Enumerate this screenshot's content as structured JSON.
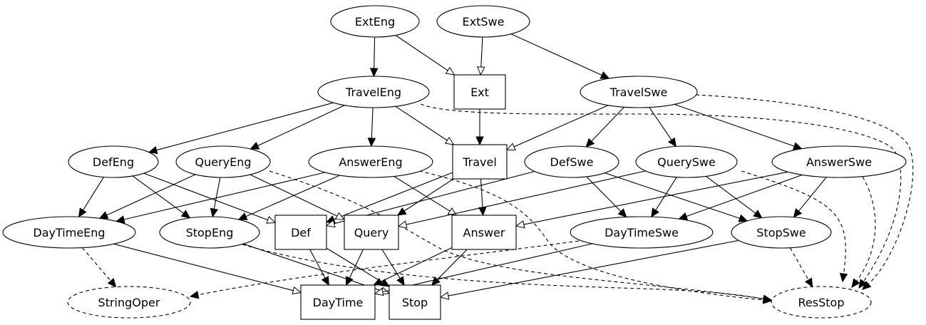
{
  "diagram": {
    "nodes": [
      {
        "id": "ExtEng",
        "label": "ExtEng",
        "shape": "ellipse"
      },
      {
        "id": "ExtSwe",
        "label": "ExtSwe",
        "shape": "ellipse"
      },
      {
        "id": "TravelEng",
        "label": "TravelEng",
        "shape": "ellipse"
      },
      {
        "id": "Ext",
        "label": "Ext",
        "shape": "box"
      },
      {
        "id": "TravelSwe",
        "label": "TravelSwe",
        "shape": "ellipse"
      },
      {
        "id": "DefEng",
        "label": "DefEng",
        "shape": "ellipse"
      },
      {
        "id": "QueryEng",
        "label": "QueryEng",
        "shape": "ellipse"
      },
      {
        "id": "AnswerEng",
        "label": "AnswerEng",
        "shape": "ellipse"
      },
      {
        "id": "Travel",
        "label": "Travel",
        "shape": "box"
      },
      {
        "id": "DefSwe",
        "label": "DefSwe",
        "shape": "ellipse"
      },
      {
        "id": "QuerySwe",
        "label": "QuerySwe",
        "shape": "ellipse"
      },
      {
        "id": "AnswerSwe",
        "label": "AnswerSwe",
        "shape": "ellipse"
      },
      {
        "id": "DayTimeEng",
        "label": "DayTimeEng",
        "shape": "ellipse"
      },
      {
        "id": "StopEng",
        "label": "StopEng",
        "shape": "ellipse"
      },
      {
        "id": "Def",
        "label": "Def",
        "shape": "box"
      },
      {
        "id": "Query",
        "label": "Query",
        "shape": "box"
      },
      {
        "id": "Answer",
        "label": "Answer",
        "shape": "box"
      },
      {
        "id": "DayTimeSwe",
        "label": "DayTimeSwe",
        "shape": "ellipse"
      },
      {
        "id": "StopSwe",
        "label": "StopSwe",
        "shape": "ellipse"
      },
      {
        "id": "StringOper",
        "label": "StringOper",
        "shape": "ellipse",
        "dashed": true
      },
      {
        "id": "DayTime",
        "label": "DayTime",
        "shape": "box"
      },
      {
        "id": "Stop",
        "label": "Stop",
        "shape": "box"
      },
      {
        "id": "ResStop",
        "label": "ResStop",
        "shape": "ellipse",
        "dashed": true
      }
    ],
    "edges": [
      {
        "from": "ExtEng",
        "to": "TravelEng",
        "style": "solid",
        "head": "filled"
      },
      {
        "from": "ExtEng",
        "to": "Ext",
        "style": "solid",
        "head": "open"
      },
      {
        "from": "ExtSwe",
        "to": "Ext",
        "style": "solid",
        "head": "open"
      },
      {
        "from": "ExtSwe",
        "to": "TravelSwe",
        "style": "solid",
        "head": "filled"
      },
      {
        "from": "Ext",
        "to": "Travel",
        "style": "solid",
        "head": "filled"
      },
      {
        "from": "TravelEng",
        "to": "DefEng",
        "style": "solid",
        "head": "filled"
      },
      {
        "from": "TravelEng",
        "to": "QueryEng",
        "style": "solid",
        "head": "filled"
      },
      {
        "from": "TravelEng",
        "to": "AnswerEng",
        "style": "solid",
        "head": "filled"
      },
      {
        "from": "TravelEng",
        "to": "Travel",
        "style": "solid",
        "head": "open"
      },
      {
        "from": "TravelEng",
        "to": "ResStop",
        "style": "dashed",
        "head": "filled"
      },
      {
        "from": "TravelSwe",
        "to": "Travel",
        "style": "solid",
        "head": "open"
      },
      {
        "from": "TravelSwe",
        "to": "DefSwe",
        "style": "solid",
        "head": "filled"
      },
      {
        "from": "TravelSwe",
        "to": "QuerySwe",
        "style": "solid",
        "head": "filled"
      },
      {
        "from": "TravelSwe",
        "to": "AnswerSwe",
        "style": "solid",
        "head": "filled"
      },
      {
        "from": "TravelSwe",
        "to": "ResStop",
        "style": "dashed",
        "head": "filled"
      },
      {
        "from": "Travel",
        "to": "Def",
        "style": "solid",
        "head": "filled"
      },
      {
        "from": "Travel",
        "to": "Query",
        "style": "solid",
        "head": "filled"
      },
      {
        "from": "Travel",
        "to": "Answer",
        "style": "solid",
        "head": "filled"
      },
      {
        "from": "DefEng",
        "to": "DayTimeEng",
        "style": "solid",
        "head": "filled"
      },
      {
        "from": "DefEng",
        "to": "StopEng",
        "style": "solid",
        "head": "filled"
      },
      {
        "from": "DefEng",
        "to": "Def",
        "style": "solid",
        "head": "open"
      },
      {
        "from": "QueryEng",
        "to": "DayTimeEng",
        "style": "solid",
        "head": "filled"
      },
      {
        "from": "QueryEng",
        "to": "StopEng",
        "style": "solid",
        "head": "filled"
      },
      {
        "from": "QueryEng",
        "to": "Query",
        "style": "solid",
        "head": "open"
      },
      {
        "from": "QueryEng",
        "to": "ResStop",
        "style": "dashed",
        "head": "filled"
      },
      {
        "from": "AnswerEng",
        "to": "DayTimeEng",
        "style": "solid",
        "head": "filled"
      },
      {
        "from": "AnswerEng",
        "to": "StopEng",
        "style": "solid",
        "head": "filled"
      },
      {
        "from": "AnswerEng",
        "to": "Answer",
        "style": "solid",
        "head": "open"
      },
      {
        "from": "AnswerEng",
        "to": "ResStop",
        "style": "dashed",
        "head": "filled"
      },
      {
        "from": "DefSwe",
        "to": "Def",
        "style": "solid",
        "head": "open"
      },
      {
        "from": "DefSwe",
        "to": "DayTimeSwe",
        "style": "solid",
        "head": "filled"
      },
      {
        "from": "DefSwe",
        "to": "StopSwe",
        "style": "solid",
        "head": "filled"
      },
      {
        "from": "QuerySwe",
        "to": "Query",
        "style": "solid",
        "head": "open"
      },
      {
        "from": "QuerySwe",
        "to": "DayTimeSwe",
        "style": "solid",
        "head": "filled"
      },
      {
        "from": "QuerySwe",
        "to": "StopSwe",
        "style": "solid",
        "head": "filled"
      },
      {
        "from": "QuerySwe",
        "to": "ResStop",
        "style": "dashed",
        "head": "filled"
      },
      {
        "from": "AnswerSwe",
        "to": "Answer",
        "style": "solid",
        "head": "open"
      },
      {
        "from": "AnswerSwe",
        "to": "DayTimeSwe",
        "style": "solid",
        "head": "filled"
      },
      {
        "from": "AnswerSwe",
        "to": "StopSwe",
        "style": "solid",
        "head": "filled"
      },
      {
        "from": "AnswerSwe",
        "to": "ResStop",
        "style": "dashed",
        "head": "filled"
      },
      {
        "from": "DayTimeEng",
        "to": "StringOper",
        "style": "dashed",
        "head": "filled"
      },
      {
        "from": "DayTimeEng",
        "to": "DayTime",
        "style": "solid",
        "head": "open"
      },
      {
        "from": "StopEng",
        "to": "Stop",
        "style": "solid",
        "head": "open"
      },
      {
        "from": "StopEng",
        "to": "ResStop",
        "style": "dashed",
        "head": "filled"
      },
      {
        "from": "Def",
        "to": "DayTime",
        "style": "solid",
        "head": "filled"
      },
      {
        "from": "Def",
        "to": "Stop",
        "style": "solid",
        "head": "filled"
      },
      {
        "from": "Query",
        "to": "DayTime",
        "style": "solid",
        "head": "filled"
      },
      {
        "from": "Query",
        "to": "Stop",
        "style": "solid",
        "head": "filled"
      },
      {
        "from": "Answer",
        "to": "DayTime",
        "style": "solid",
        "head": "filled"
      },
      {
        "from": "Answer",
        "to": "Stop",
        "style": "solid",
        "head": "filled"
      },
      {
        "from": "DayTimeSwe",
        "to": "DayTime",
        "style": "solid",
        "head": "open"
      },
      {
        "from": "DayTimeSwe",
        "to": "StringOper",
        "style": "dashed",
        "head": "filled"
      },
      {
        "from": "StopSwe",
        "to": "Stop",
        "style": "solid",
        "head": "open"
      },
      {
        "from": "StopSwe",
        "to": "ResStop",
        "style": "dashed",
        "head": "filled"
      }
    ]
  }
}
